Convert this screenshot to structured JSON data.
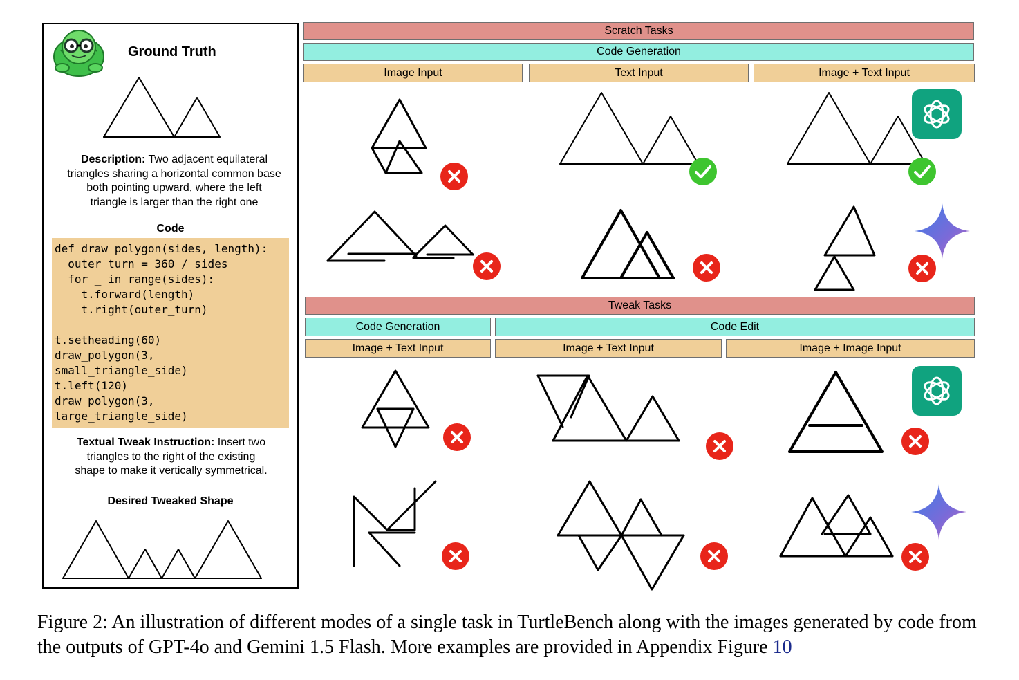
{
  "ground_truth": {
    "title": "Ground Truth",
    "logo": "turtle-mascot-logo",
    "description_label": "Description:",
    "description_lines": [
      " Two adjacent equilateral",
      "triangles sharing a horizontal common base",
      "both pointing upward, where the left",
      "triangle is larger than the right one"
    ],
    "code_heading": "Code",
    "code_lines": [
      "def draw_polygon(sides, length):",
      "  outer_turn = 360 / sides",
      "  for _ in range(sides):",
      "    t.forward(length)",
      "    t.right(outer_turn)",
      "",
      "t.setheading(60)",
      "draw_polygon(3,",
      "small_triangle_side)",
      "t.left(120)",
      "draw_polygon(3,",
      "large_triangle_side)"
    ],
    "tweak_label": "Textual Tweak Instruction:",
    "tweak_lines": [
      " Insert two",
      "triangles to the right of the existing",
      "shape to make it vertically symmetrical."
    ],
    "desired_heading": "Desired Tweaked Shape"
  },
  "scratch": {
    "header": "Scratch Tasks",
    "subheader": "Code Generation",
    "columns": [
      "Image Input",
      "Text Input",
      "Image + Text Input"
    ],
    "results": [
      {
        "model": "GPT-4o",
        "column": "Image Input",
        "status": "incorrect"
      },
      {
        "model": "GPT-4o",
        "column": "Text Input",
        "status": "correct"
      },
      {
        "model": "GPT-4o",
        "column": "Image + Text Input",
        "status": "correct"
      },
      {
        "model": "Gemini 1.5 Flash",
        "column": "Image Input",
        "status": "incorrect"
      },
      {
        "model": "Gemini 1.5 Flash",
        "column": "Text Input",
        "status": "incorrect"
      },
      {
        "model": "Gemini 1.5 Flash",
        "column": "Image + Text Input",
        "status": "incorrect"
      }
    ]
  },
  "tweak": {
    "header": "Tweak Tasks",
    "sub_left": "Code Generation",
    "sub_right": "Code Edit",
    "columns": [
      "Image + Text Input",
      "Image + Text Input",
      "Image + Image Input"
    ],
    "results": [
      {
        "model": "GPT-4o",
        "column": 1,
        "status": "incorrect"
      },
      {
        "model": "GPT-4o",
        "column": 2,
        "status": "incorrect"
      },
      {
        "model": "GPT-4o",
        "column": 3,
        "status": "incorrect"
      },
      {
        "model": "Gemini 1.5 Flash",
        "column": 1,
        "status": "incorrect"
      },
      {
        "model": "Gemini 1.5 Flash",
        "column": 2,
        "status": "incorrect"
      },
      {
        "model": "Gemini 1.5 Flash",
        "column": 3,
        "status": "incorrect"
      }
    ]
  },
  "icons": {
    "correct": "check-circle-icon",
    "incorrect": "x-circle-icon",
    "gpt": "openai-logo-icon",
    "gemini": "gemini-sparkle-icon"
  },
  "colors": {
    "task_bar": "#e0918b",
    "mode_bar": "#93eee0",
    "input_bar": "#f0cf98",
    "incorrect": "#e8251a",
    "correct": "#3ec52f",
    "gpt": "#10a37f"
  },
  "caption": {
    "text": "Figure 2: An illustration of different modes of a single task in TurtleBench along with the images generated by code from the outputs of GPT-4o and Gemini 1.5 Flash. More examples are provided in Appendix Figure ",
    "ref": "10"
  }
}
